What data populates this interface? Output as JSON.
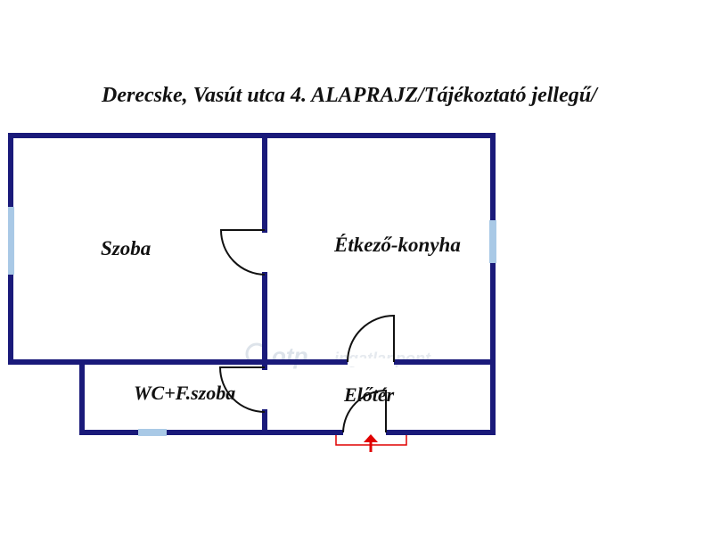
{
  "title": "Derecske, Vasút utca 4. ALAPRAJZ/Tájékoztató jellegű/",
  "rooms": {
    "szoba": "Szoba",
    "etkezo_konyha": "Étkező-konyha",
    "wc_furdo": "WC+F.szoba",
    "eloter": "Előtér"
  },
  "colors": {
    "wall": "#1a1a7a",
    "window": "#a9c9e6",
    "door": "#111111",
    "entrance_marker": "#e00000",
    "watermark": "#dde3ea"
  },
  "watermark": {
    "brand": "otp",
    "suffix": "ingatlanpont"
  }
}
